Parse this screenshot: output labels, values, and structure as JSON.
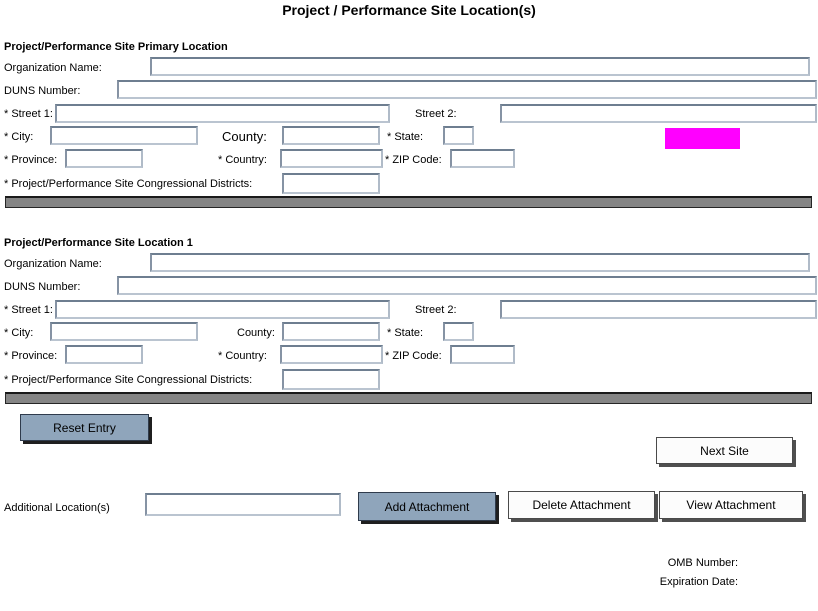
{
  "page": {
    "title": "Project / Performance Site Location(s)"
  },
  "sections": {
    "primary": {
      "header": "Project/Performance Site Primary Location"
    },
    "location1": {
      "header": "Project/Performance Site Location 1"
    }
  },
  "field_labels": {
    "organization_name": "Organization Name:",
    "duns_number": "DUNS Number:",
    "street1": "* Street 1:",
    "street2": "Street 2:",
    "city": "* City:",
    "county": "County:",
    "state": "* State:",
    "province": "* Province:",
    "country": "* Country:",
    "zip_code": "* ZIP Code:",
    "congressional_districts": "* Project/Performance Site Congressional Districts:"
  },
  "buttons": {
    "reset_entry": "Reset Entry",
    "next_site": "Next Site",
    "add_attachment": "Add Attachment",
    "delete_attachment": "Delete Attachment",
    "view_attachment": "View Attachment"
  },
  "additional_locations": {
    "label": "Additional Location(s)"
  },
  "footer": {
    "omb_number_label": "OMB Number:",
    "expiration_date_label": "Expiration Date:"
  },
  "colors": {
    "highlight_box": "#ff00ff",
    "primary_button": "#8fa5bb",
    "section_divider": "#858585",
    "input_border": "#6e7e90"
  }
}
